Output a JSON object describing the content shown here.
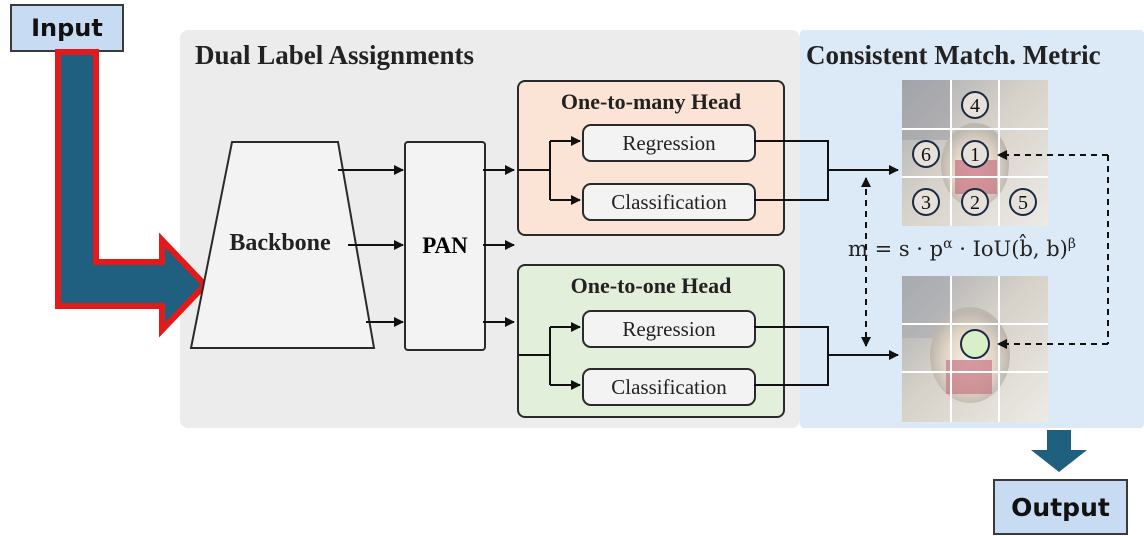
{
  "input": {
    "label": "Input"
  },
  "output": {
    "label": "Output"
  },
  "dual_panel": {
    "title": "Dual Label Assignments"
  },
  "metric_panel": {
    "title": "Consistent Match. Metric"
  },
  "backbone": {
    "label": "Backbone"
  },
  "pan": {
    "label": "PAN"
  },
  "one_to_many": {
    "title": "One-to-many Head",
    "regression": "Regression",
    "classification": "Classification"
  },
  "one_to_one": {
    "title": "One-to-one Head",
    "regression": "Regression",
    "classification": "Classification"
  },
  "metric": {
    "formula_main": "m = s · p",
    "formula_alpha": "α",
    "formula_mid": " · IoU(",
    "formula_bhat": "b̂",
    "formula_end": ", b)",
    "formula_beta": "β",
    "grid_markers": [
      "4",
      "6",
      "1",
      "3",
      "2",
      "5"
    ]
  },
  "colors": {
    "arrow_fill": "#1f5f7f",
    "arrow_outline": "#e41a1a",
    "many_head_bg": "#fbe4d5",
    "one_head_bg": "#e2efda",
    "io_box_bg": "#c7dcf2"
  }
}
